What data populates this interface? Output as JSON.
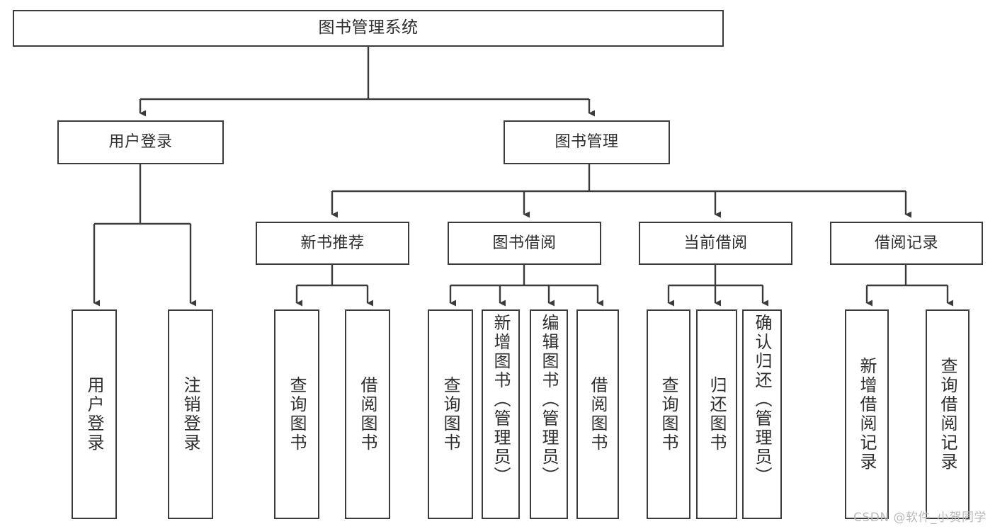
{
  "diagram": {
    "title": "图书管理系统",
    "type": "tree",
    "colors": {
      "box_border": "#3b3b3b",
      "box_fill": "#ffffff",
      "connector": "#3b3b3b",
      "text": "#2e2e2e",
      "watermark": "#b9b9b9"
    },
    "watermark": "CSDN @软件_小贺同学",
    "nodes": {
      "root": {
        "label": "图书管理系统"
      },
      "level2": [
        {
          "id": "user-login",
          "label": "用户登录"
        },
        {
          "id": "book-manage",
          "label": "图书管理"
        }
      ],
      "level3": [
        {
          "id": "new-book-recommend",
          "label": "新书推荐"
        },
        {
          "id": "book-borrow",
          "label": "图书借阅"
        },
        {
          "id": "current-borrow",
          "label": "当前借阅"
        },
        {
          "id": "borrow-record",
          "label": "借阅记录"
        }
      ],
      "leaves": {
        "user_login": [
          {
            "id": "leaf-user-login",
            "label": "用户登录"
          },
          {
            "id": "leaf-logout-login",
            "label": "注销登录"
          }
        ],
        "new_book_recommend": [
          {
            "id": "leaf-query-book-1",
            "label": "查询图书"
          },
          {
            "id": "leaf-borrow-book-1",
            "label": "借阅图书"
          }
        ],
        "book_borrow": [
          {
            "id": "leaf-query-book-2",
            "label": "查询图书"
          },
          {
            "id": "leaf-add-book",
            "label": "新增图书（管理员）"
          },
          {
            "id": "leaf-edit-book",
            "label": "编辑图书（管理员）"
          },
          {
            "id": "leaf-borrow-book-2",
            "label": "借阅图书"
          }
        ],
        "current_borrow": [
          {
            "id": "leaf-query-book-3",
            "label": "查询图书"
          },
          {
            "id": "leaf-return-book",
            "label": "归还图书"
          },
          {
            "id": "leaf-confirm-return",
            "label": "确认归还（管理员）"
          }
        ],
        "borrow_record": [
          {
            "id": "leaf-add-record",
            "label": "新增借阅记录"
          },
          {
            "id": "leaf-query-record",
            "label": "查询借阅记录"
          }
        ]
      }
    }
  }
}
